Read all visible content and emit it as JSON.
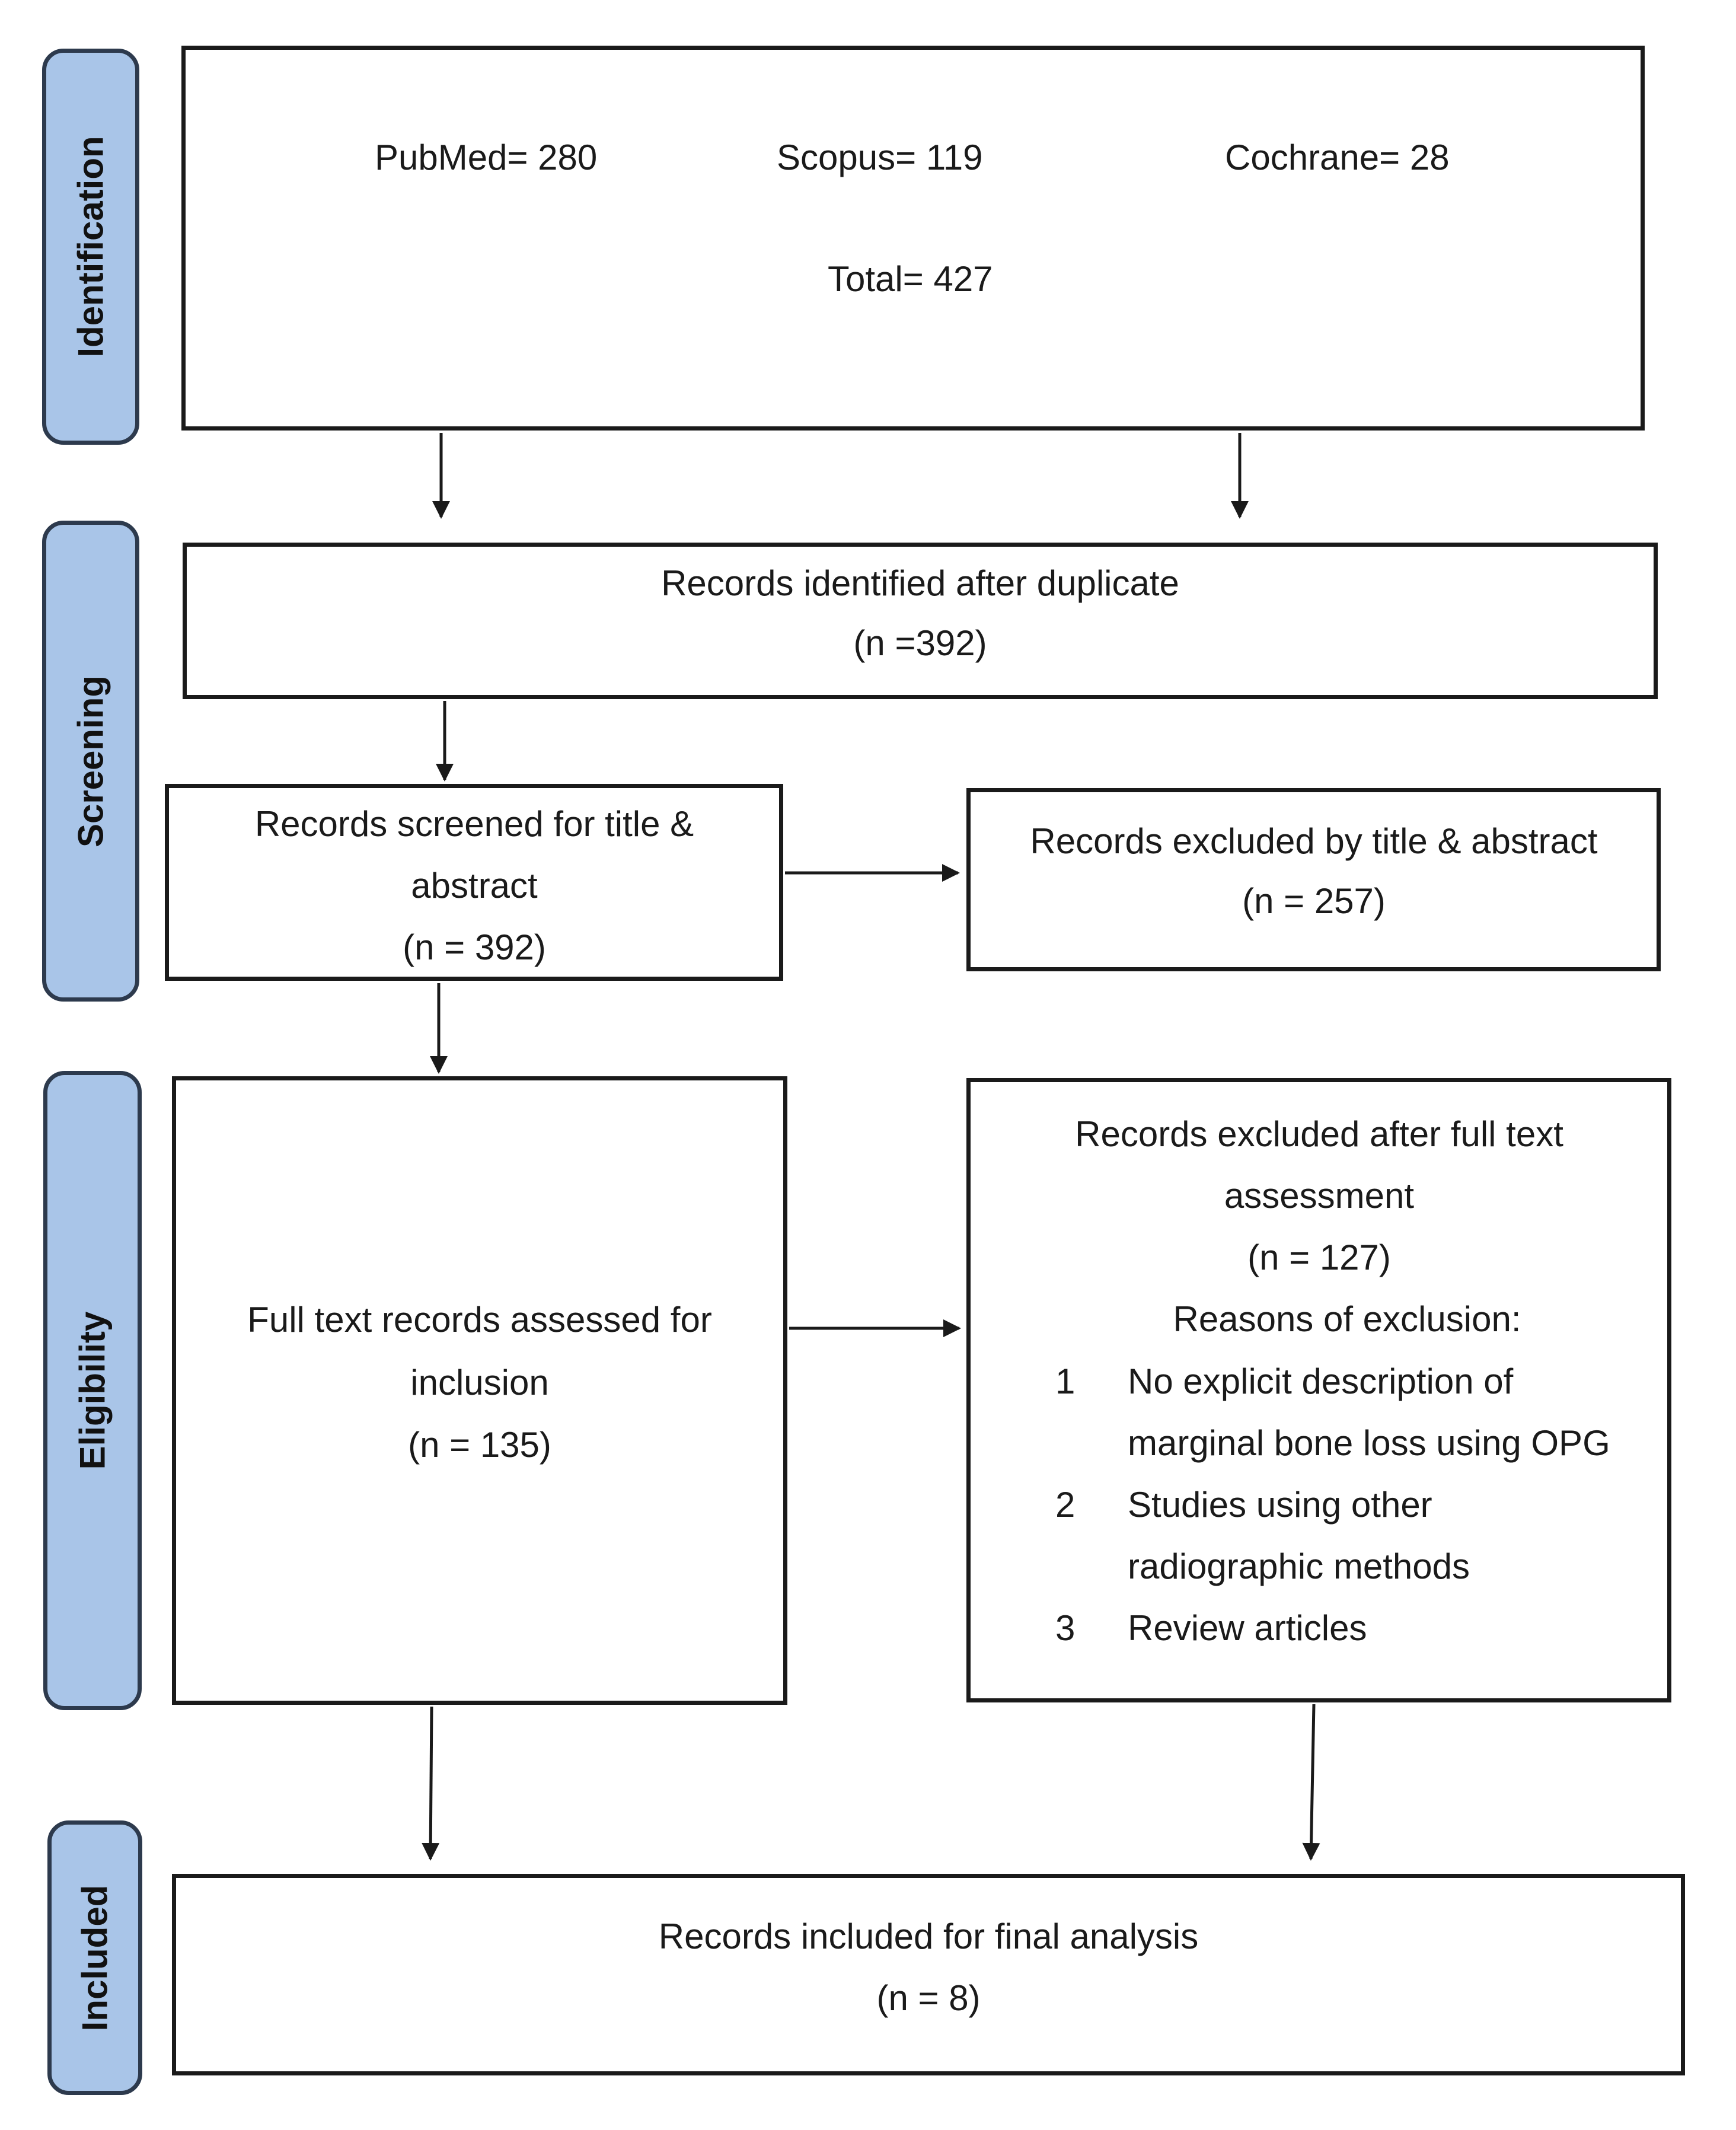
{
  "phases": {
    "identification": "Identification",
    "screening": "Screening",
    "eligibility": "Eligibility",
    "included": "Included"
  },
  "identification_box": {
    "pubmed": "PubMed= 280",
    "scopus": "Scopus= 119",
    "cochrane": "Cochrane= 28",
    "total": "Total= 427"
  },
  "after_duplicate": {
    "line1": "Records identified after duplicate",
    "line2": "(n =392)"
  },
  "screened": {
    "line1": "Records screened for title &",
    "line2": "abstract",
    "line3": "(n = 392)"
  },
  "excluded_title": {
    "line1": "Records excluded by title & abstract",
    "line2": "(n = 257)"
  },
  "full_text": {
    "line1": "Full text records assessed for",
    "line2": "inclusion",
    "line3": "(n = 135)"
  },
  "excluded_full": {
    "line1": "Records excluded after full text",
    "line2": "assessment",
    "line3": "(n = 127)",
    "reasons_title": "Reasons of exclusion:",
    "reasons": [
      {
        "num": "1",
        "lines": [
          "No explicit description of",
          "marginal bone loss using OPG"
        ]
      },
      {
        "num": "2",
        "lines": [
          "Studies using other",
          "radiographic methods"
        ]
      },
      {
        "num": "3",
        "lines": [
          "Review articles"
        ]
      }
    ]
  },
  "included_box": {
    "line1": "Records included for final analysis",
    "line2": "(n = 8)"
  },
  "colors": {
    "phase_fill": "#a9c5e8",
    "phase_border": "#2d3a4d",
    "line": "#1a1a1a"
  }
}
